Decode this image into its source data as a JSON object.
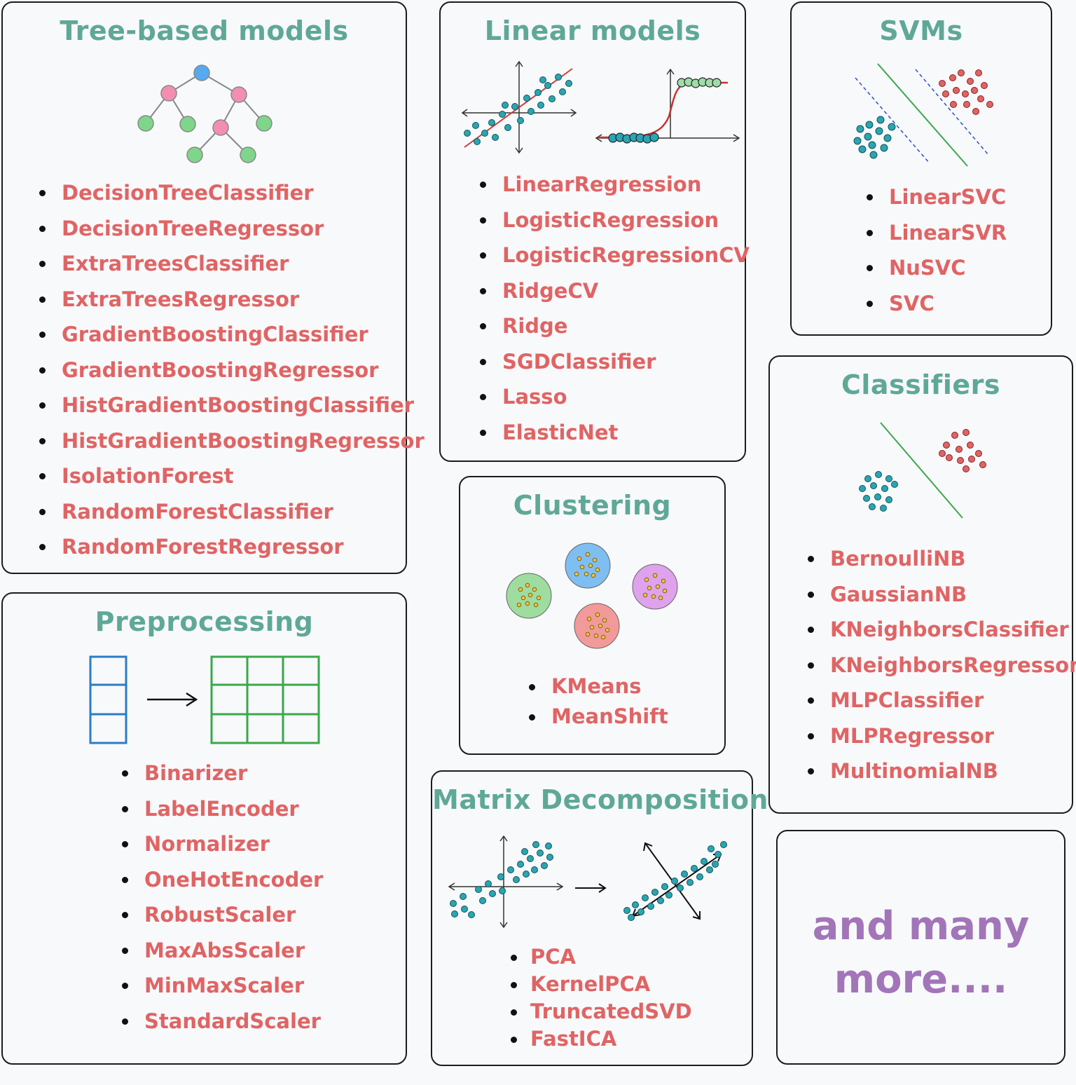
{
  "colors": {
    "title": "#5fa898",
    "item": "#e06464",
    "more": "#a275b8",
    "teal_point": "#2aa5b3",
    "red_point": "#e06464",
    "tree_root": "#55aaf0",
    "tree_inner": "#f28fb0",
    "tree_leaf": "#7ed68a",
    "green_line": "#3aa84a",
    "blue_grid": "#2b7cc8",
    "green_grid": "#3aa84a"
  },
  "tree_based": {
    "title": "Tree-based models",
    "items": [
      "DecisionTreeClassifier",
      "DecisionTreeRegressor",
      "ExtraTreesClassifier",
      "ExtraTreesRegressor",
      "GradientBoostingClassifier",
      "GradientBoostingRegressor",
      "HistGradientBoostingClassifier",
      "HistGradientBoostingRegressor",
      "IsolationForest",
      "RandomForestClassifier",
      "RandomForestRegressor"
    ]
  },
  "linear": {
    "title": "Linear models",
    "items": [
      "LinearRegression",
      "LogisticRegression",
      "LogisticRegressionCV",
      "RidgeCV",
      "Ridge",
      "SGDClassifier",
      "Lasso",
      "ElasticNet"
    ]
  },
  "svms": {
    "title": "SVMs",
    "items": [
      "LinearSVC",
      "LinearSVR",
      "NuSVC",
      "SVC"
    ]
  },
  "classifiers": {
    "title": "Classifiers",
    "items": [
      "BernoulliNB",
      "GaussianNB",
      "KNeighborsClassifier",
      "KNeighborsRegressor",
      "MLPClassifier",
      "MLPRegressor",
      "MultinomialNB"
    ]
  },
  "clustering": {
    "title": "Clustering",
    "items": [
      "KMeans",
      "MeanShift"
    ],
    "cluster_colors": [
      "#9fdc9f",
      "#7fbef0",
      "#dfa2ec",
      "#f29a9a"
    ]
  },
  "preprocessing": {
    "title": "Preprocessing",
    "items": [
      "Binarizer",
      "LabelEncoder",
      "Normalizer",
      "OneHotEncoder",
      "RobustScaler",
      "MaxAbsScaler",
      "MinMaxScaler",
      "StandardScaler"
    ]
  },
  "matrix_decomposition": {
    "title": "Matrix Decomposition",
    "items": [
      "PCA",
      "KernelPCA",
      "TruncatedSVD",
      "FastICA"
    ]
  },
  "more": {
    "line1": "and many",
    "line2": "more...."
  }
}
